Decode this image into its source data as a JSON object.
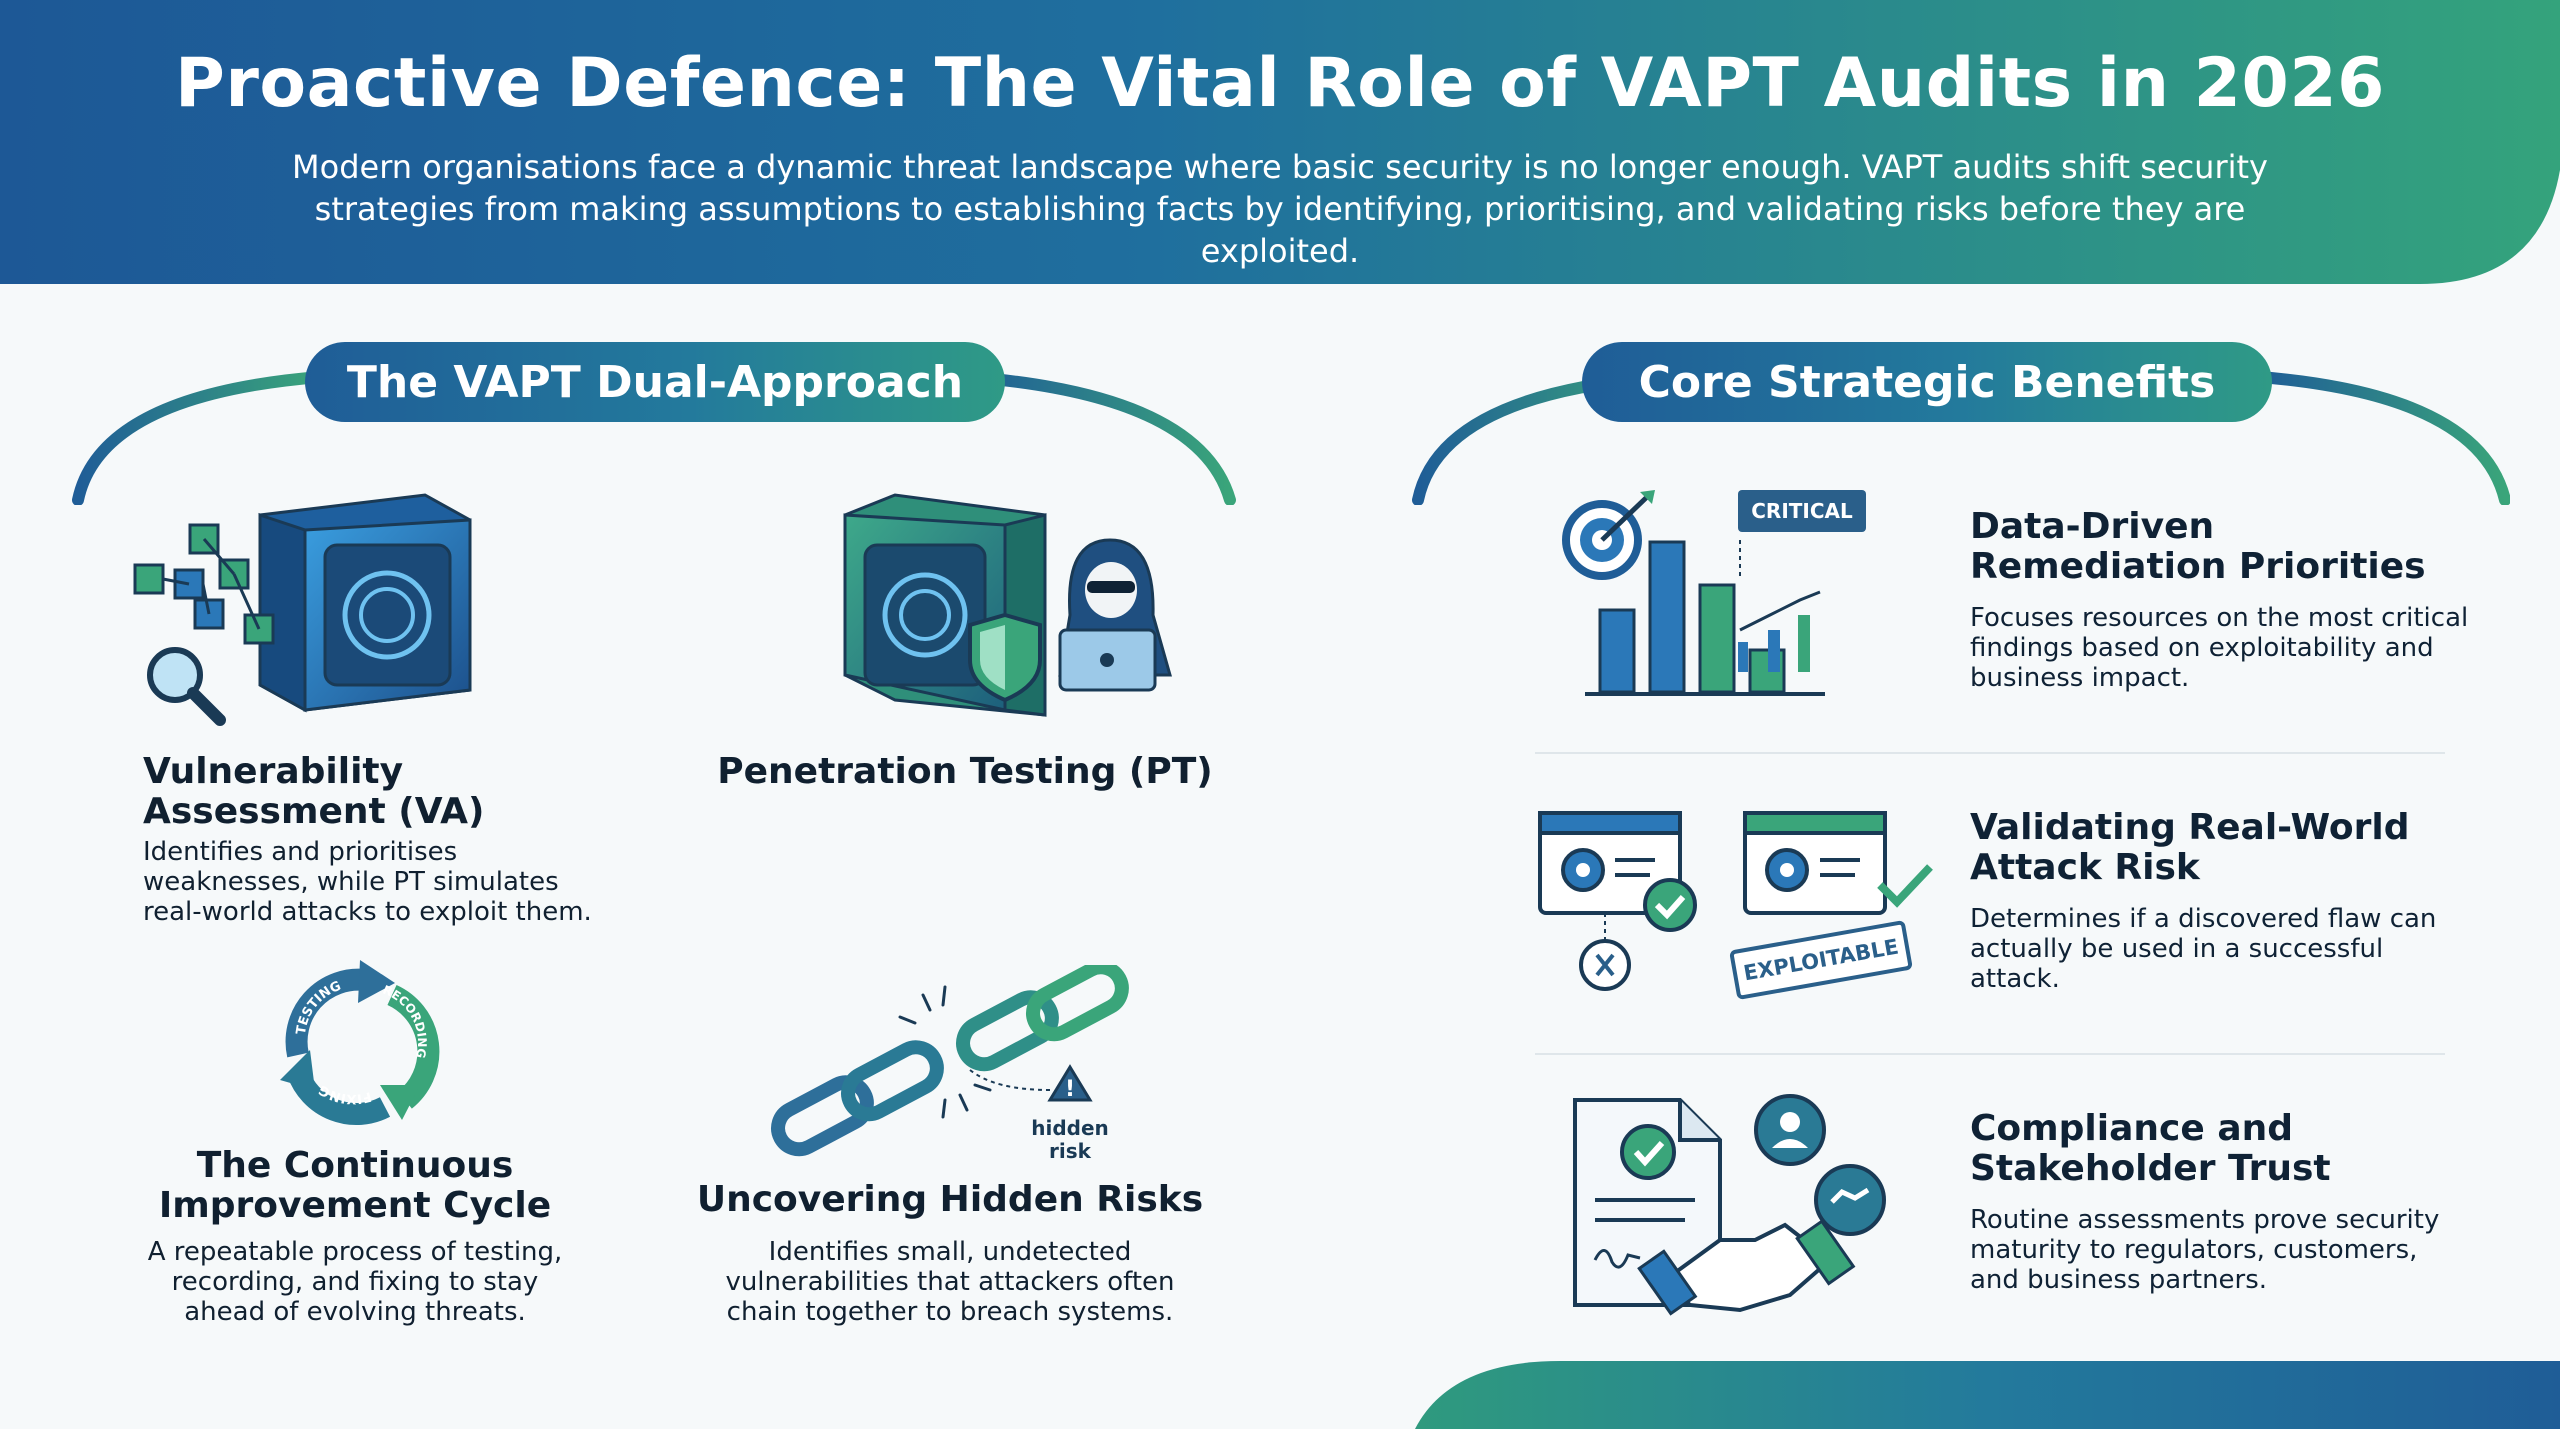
{
  "header": {
    "title": "Proactive Defence: The Vital Role of VAPT Audits in 2026",
    "subtitle_line1": "Modern organisations face a dynamic threat landscape where basic security is no longer enough. VAPT audits shift security",
    "subtitle_line2": "strategies from making assumptions to establishing facts by identifying, prioritising, and validating risks before they are exploited."
  },
  "left_section": {
    "heading": "The VAPT Dual-Approach",
    "cards": [
      {
        "title_line1": "Vulnerability",
        "title_line2": "Assessment (VA)",
        "desc_line1": "Identifies and prioritises",
        "desc_line2": "weaknesses, while PT simulates",
        "desc_line3": "real-world attacks to exploit them."
      },
      {
        "title_line1": "Penetration Testing (PT)"
      },
      {
        "title_line1": "The Continuous",
        "title_line2": "Improvement Cycle",
        "desc_line1": "A repeatable process of testing,",
        "desc_line2": "recording, and fixing to stay",
        "desc_line3": "ahead of evolving threats.",
        "cycle_label_1": "TESTING",
        "cycle_label_2": "RECORDING",
        "cycle_label_3": "FIXING"
      },
      {
        "title_line1": "Uncovering Hidden Risks",
        "desc_line1": "Identifies small, undetected",
        "desc_line2": "vulnerabilities that attackers often",
        "desc_line3": "chain together to breach systems.",
        "hidden_label_1": "hidden",
        "hidden_label_2": "risk"
      }
    ]
  },
  "right_section": {
    "heading": "Core Strategic Benefits",
    "benefits": [
      {
        "title_line1": "Data-Driven",
        "title_line2": "Remediation Priorities",
        "desc_line1": "Focuses resources on the most critical",
        "desc_line2": "findings based on exploitability and",
        "desc_line3": "business impact.",
        "badge": "CRITICAL"
      },
      {
        "title_line1": "Validating Real-World",
        "title_line2": "Attack Risk",
        "desc_line1": "Determines if a discovered flaw can",
        "desc_line2": "actually be used in a successful",
        "desc_line3": "attack.",
        "stamp": "EXPLOITABLE"
      },
      {
        "title_line1": "Compliance and",
        "title_line2": "Stakeholder Trust",
        "desc_line1": "Routine assessments prove security",
        "desc_line2": "maturity to regulators, customers,",
        "desc_line3": "and business partners."
      }
    ]
  },
  "colors": {
    "blue": "#1f5d97",
    "teal": "#2b8f9a",
    "green": "#3aa57a",
    "dark": "#0f2235"
  }
}
